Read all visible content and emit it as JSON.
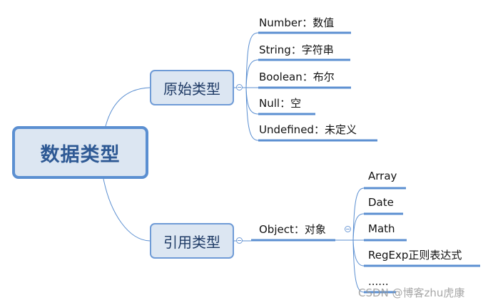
{
  "diagram": {
    "root": {
      "label": "数据类型"
    },
    "branches": [
      {
        "label": "原始类型",
        "children": [
          {
            "label": "Number：数值"
          },
          {
            "label": "String：字符串"
          },
          {
            "label": "Boolean：布尔"
          },
          {
            "label": "Null：空"
          },
          {
            "label": "Undefined：未定义"
          }
        ]
      },
      {
        "label": "引用类型",
        "children": [
          {
            "label": "Object：对象",
            "children": [
              {
                "label": "Array"
              },
              {
                "label": "Date"
              },
              {
                "label": "Math"
              },
              {
                "label": "RegExp正则表达式"
              },
              {
                "label": "......"
              }
            ]
          }
        ]
      }
    ]
  },
  "colors": {
    "node_fill": "#dce6f2",
    "node_border": "#5b8fd1",
    "root_text": "#2e5994",
    "line": "#5b8fd1"
  },
  "watermark": "CSDN @博客zhu虎康"
}
